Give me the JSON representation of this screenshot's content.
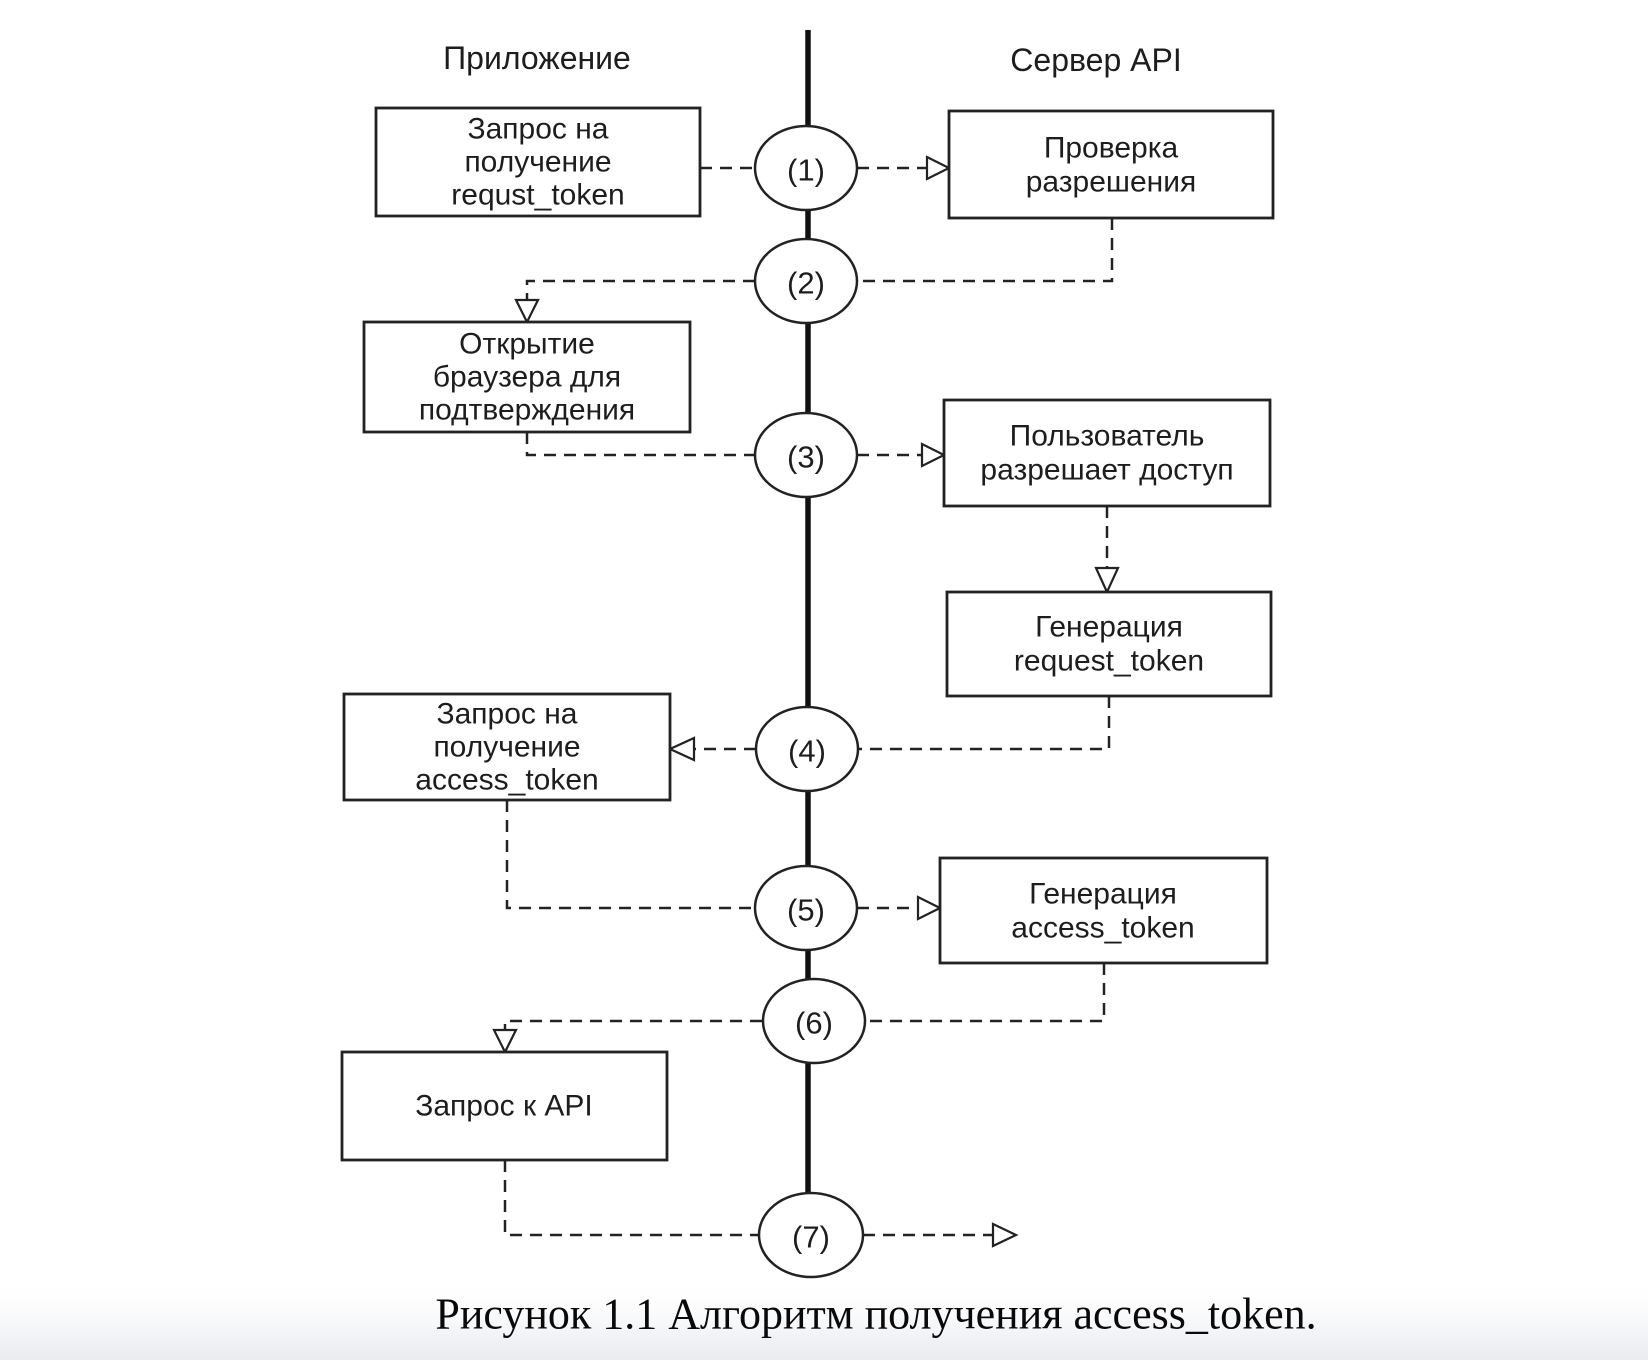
{
  "diagram": {
    "lane_left": "Приложение",
    "lane_right": "Сервер API",
    "steps": [
      "(1)",
      "(2)",
      "(3)",
      "(4)",
      "(5)",
      "(6)",
      "(7)"
    ],
    "left_boxes": [
      {
        "name": "request-requst-token",
        "lines": [
          "Запрос на",
          "получение",
          "requst_token"
        ]
      },
      {
        "name": "open-browser",
        "lines": [
          "Открытие",
          "браузера для",
          "подтверждения"
        ]
      },
      {
        "name": "request-access-token",
        "lines": [
          "Запрос на",
          "получение",
          "access_token"
        ]
      },
      {
        "name": "api-request",
        "lines": [
          "Запрос к API"
        ]
      }
    ],
    "right_boxes": [
      {
        "name": "check-permission",
        "lines": [
          "Проверка",
          "разрешения"
        ]
      },
      {
        "name": "user-allows-access",
        "lines": [
          "Пользователь",
          "разрешает доступ"
        ]
      },
      {
        "name": "generate-request-token",
        "lines": [
          "Генерация",
          "request_token"
        ]
      },
      {
        "name": "generate-access-token",
        "lines": [
          "Генерация",
          "access_token"
        ]
      }
    ],
    "flow": [
      {
        "step": "(1)",
        "from": "Запрос на получение requst_token",
        "to": "Проверка разрешения"
      },
      {
        "step": "(2)",
        "from": "Проверка разрешения",
        "to": "Открытие браузера для подтверждения"
      },
      {
        "step": "(3)",
        "from": "Открытие браузера для подтверждения",
        "to": "Пользователь разрешает доступ"
      },
      {
        "step": "direct",
        "from": "Пользователь разрешает доступ",
        "to": "Генерация request_token"
      },
      {
        "step": "(4)",
        "from": "Генерация request_token",
        "to": "Запрос на получение access_token"
      },
      {
        "step": "(5)",
        "from": "Запрос на получение access_token",
        "to": "Генерация access_token"
      },
      {
        "step": "(6)",
        "from": "Генерация access_token",
        "to": "Запрос к API"
      },
      {
        "step": "(7)",
        "from": "Запрос к API",
        "to": "наружу (выход потока)"
      }
    ],
    "caption": "Рисунок 1.1 Алгоритм получения access_token."
  },
  "colors": {
    "background": "#ffffff",
    "line": "#222222",
    "box_fill": "#ffffff",
    "text": "#1d1d1d",
    "footer_band": "#e9ebef"
  }
}
